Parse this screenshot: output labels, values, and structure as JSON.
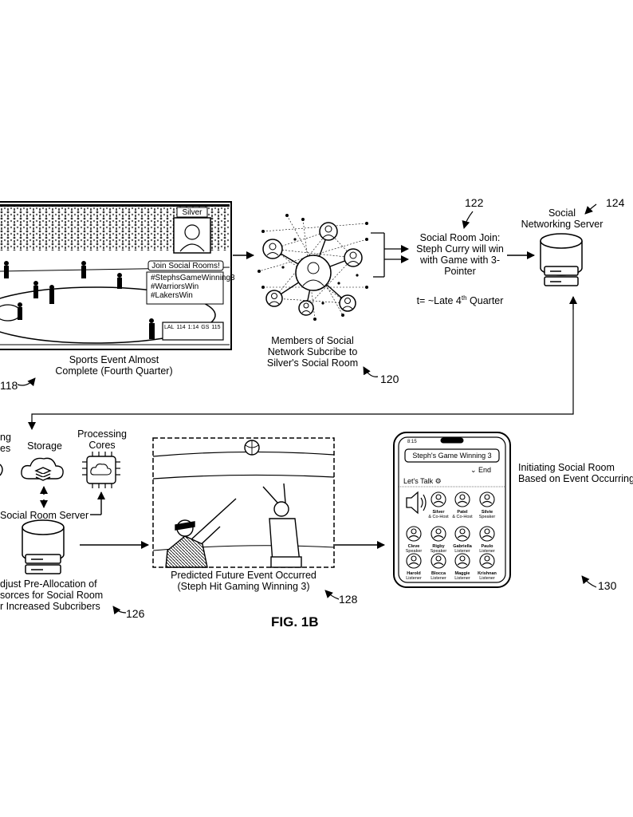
{
  "figure": {
    "caption": "FIG. 1B"
  },
  "arena": {
    "caption_line1": "Sports Event Almost",
    "caption_line2": "Complete (Fourth Quarter)",
    "ref": "118",
    "streamer_name": "Silver",
    "join_button": "Join Social Rooms!",
    "hashtags": [
      "#StephsGameWinning3",
      "#WarriorsWin",
      "#LakersWin"
    ],
    "scoreboard": [
      "LAL",
      "114",
      "1:14",
      "GS",
      "115"
    ]
  },
  "network": {
    "caption_line1": "Members of Social",
    "caption_line2": "Network Subcribe to",
    "caption_line3": "Silver's Social Room",
    "ref": "120"
  },
  "room_join": {
    "ref": "122",
    "line1": "Social Room Join:",
    "line2": "Steph Curry will win",
    "line3": "with Game with 3-",
    "line4": "Pointer",
    "time_prefix": "t= ~Late 4",
    "time_sup": "th",
    "time_suffix": " Quarter"
  },
  "server": {
    "label_line1": "Social",
    "label_line2": "Networking Server",
    "ref": "124"
  },
  "resources": {
    "left_cut_line1": "ng",
    "left_cut_line2": "es",
    "storage_label": "Storage",
    "cores_line1": "Processing",
    "cores_line2": "Cores",
    "server_label": "Social Room Server",
    "adjust_line1": "djust Pre-Allocation of",
    "adjust_line2": "sorces for Social Room",
    "adjust_line3": "r Increased Subcribers",
    "ref": "126"
  },
  "event": {
    "caption_line1": "Predicted Future Event Occurred",
    "caption_line2": "(Steph Hit Gaming Winning 3)",
    "ref": "128"
  },
  "phone": {
    "time": "8:15",
    "room_title": "Steph's Game Winning 3",
    "end_label": "End",
    "lets_talk": "Let's Talk",
    "members": [
      {
        "name": "Silver",
        "role": "& Co-Host"
      },
      {
        "name": "Patel",
        "role": "& Co-Host"
      },
      {
        "name": "Silvie",
        "role": "Speaker"
      },
      {
        "name": "Cleve",
        "role": "Speaker"
      },
      {
        "name": "Rigby",
        "role": "Speaker"
      },
      {
        "name": "Gabriella",
        "role": "Listener"
      },
      {
        "name": "Paulo",
        "role": "Listener"
      },
      {
        "name": "Harold",
        "role": "Listener"
      },
      {
        "name": "Blocca",
        "role": "Listener"
      },
      {
        "name": "Maggie",
        "role": "Listener"
      },
      {
        "name": "Krishnan",
        "role": "Listener"
      }
    ],
    "ref": "130"
  },
  "initiating": {
    "line1": "Initiating Social Room",
    "line2": "Based on Event Occurring"
  }
}
